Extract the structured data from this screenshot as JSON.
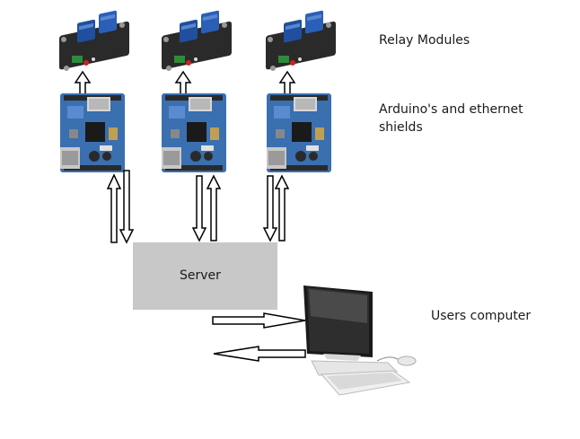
{
  "labels": {
    "relay_modules": "Relay Modules",
    "arduino_line1": "Arduino's and ethernet",
    "arduino_line2": "shields",
    "server": "Server",
    "users_computer": "Users computer"
  },
  "colors": {
    "server_fill": "#c8c8c8",
    "relay_blue": "#1f4f9e",
    "board_blue": "#3a6fb0",
    "arrow_stroke": "#000000"
  },
  "icons": [
    "relay-module-icon",
    "arduino-ethernet-shield-icon",
    "desktop-computer-icon"
  ]
}
